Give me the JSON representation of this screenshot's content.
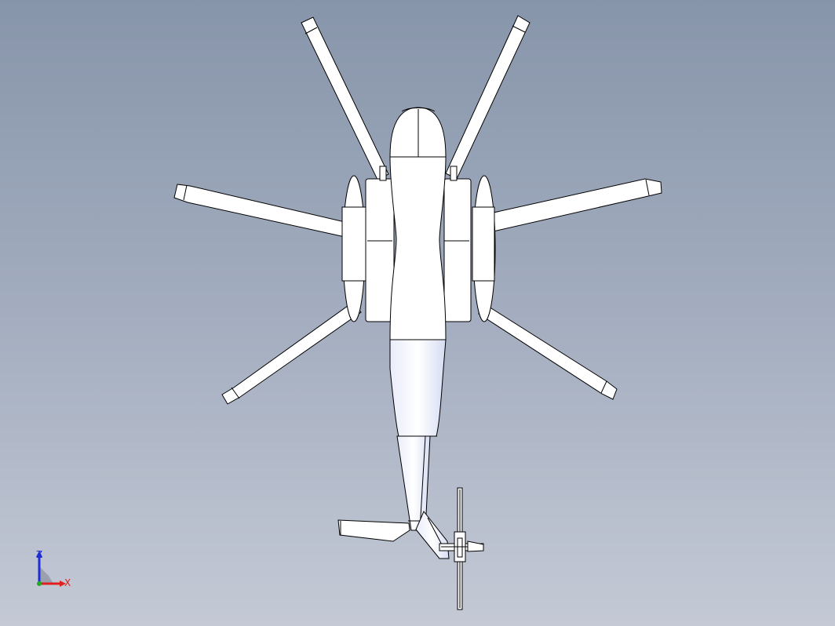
{
  "viewport": {
    "background_top": "#8795aa",
    "background_bottom": "#c4c9d5"
  },
  "model": {
    "fill": "#ffffff",
    "shade": "#dfe4f6",
    "outline": "#000000",
    "main_rotor_blade_count": 6,
    "tail_rotor_blade_count": 4
  },
  "triad": {
    "z_label": "Z",
    "x_label": "X",
    "z_color": "#1f2fd8",
    "x_color": "#e01f1f",
    "y_color": "#22aa22"
  }
}
